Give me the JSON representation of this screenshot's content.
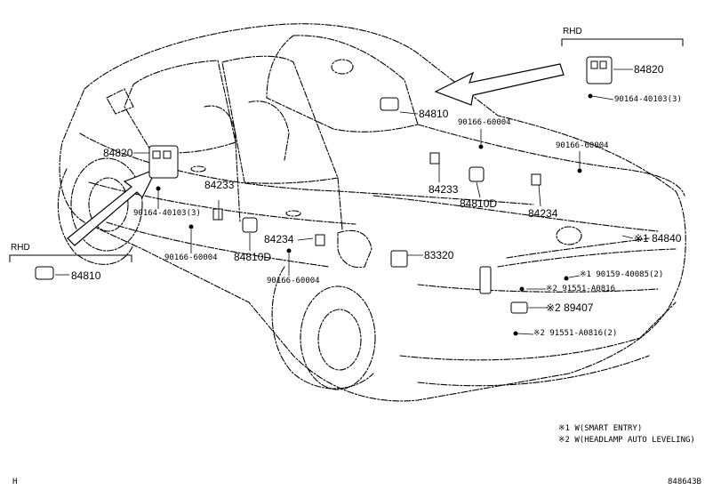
{
  "diagram": {
    "side_labels": {
      "rhd_top": "RHD",
      "rhd_left": "RHD"
    },
    "parts": {
      "p84820_top": "84820",
      "p90164_top": "90164-40103(3)",
      "p84810_center": "84810",
      "p90166_a": "90166-60004",
      "p90166_b": "90166-60004",
      "p84233_center": "84233",
      "p84810d_center": "84810D",
      "p84234_right": "84234",
      "p84840": "※1 84840",
      "p90159": "※1 90159-40085(2)",
      "p91551_a": "※2 91551-A0816",
      "p89407": "※2 89407",
      "p91551_b": "※2 91551-A0816(2)",
      "p83320": "83320",
      "p84234_left": "84234",
      "p90166_c": "90166-60004",
      "p90166_d": "90166-60004",
      "p84810d_left": "84810D",
      "p84233_left": "84233",
      "p84820_left": "84820",
      "p90164_left": "90164-40103(3)",
      "p84810_left": "84810"
    },
    "footnotes": {
      "note1": "※1 W(SMART ENTRY)",
      "note2": "※2 W(HEADLAMP AUTO LEVELING)"
    },
    "corner_left": "H",
    "corner_right": "848643B"
  }
}
